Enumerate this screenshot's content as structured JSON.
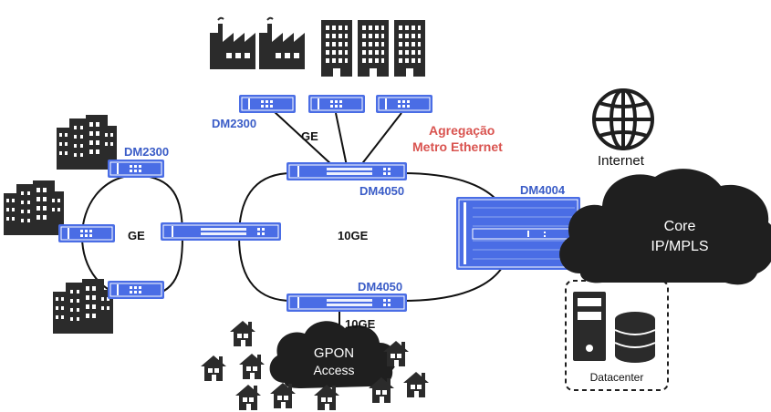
{
  "labels": {
    "dm2300_left": "DM2300",
    "dm2300_top": "DM2300",
    "dm4050_top": "DM4050",
    "dm4050_bottom": "DM4050",
    "dm4004": "DM4004",
    "ge_ring": "GE",
    "ge_top": "GE",
    "ring_10ge": "10GE",
    "gpon_10ge": "10GE",
    "agregacao_line1": "Agregação",
    "agregacao_line2": "Metro Ethernet",
    "internet": "Internet",
    "core_line1": "Core",
    "core_line2": "IP/MPLS",
    "gpon_line1": "GPON",
    "gpon_line2": "Access",
    "datacenter": "Datacenter"
  },
  "icons": {
    "factory": "factory-icon",
    "building": "office-building-icon",
    "house": "house-icon",
    "globe": "globe-icon",
    "server": "server-icon",
    "database": "database-icon",
    "switch": "network-switch-icon"
  },
  "colors": {
    "switch_blue": "#4a6de5",
    "label_blue": "#3a5cc7",
    "accent_red": "#d9534f",
    "cloud_dark": "#1f1f1f",
    "icon_dark": "#2b2b2b",
    "ring_line": "#111111"
  }
}
